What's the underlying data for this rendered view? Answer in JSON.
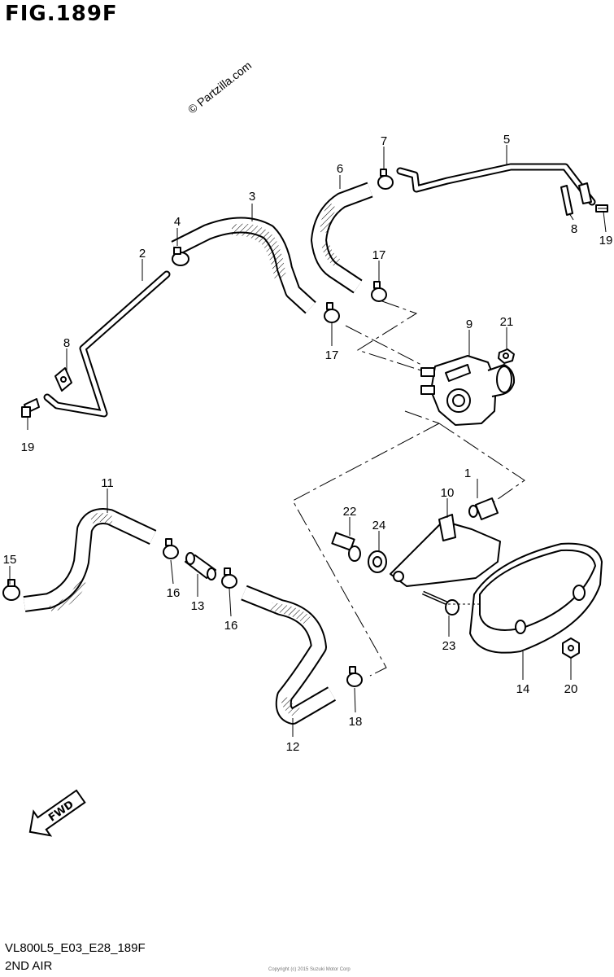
{
  "figure": {
    "title": "FIG.189F",
    "watermark": "© Partzilla.com",
    "code": "VL800L5_E03_E28_189F",
    "name": "2ND AIR",
    "copyright": "Copyright (c) 2015 Suzuki Motor Corp"
  },
  "callouts": [
    "1",
    "2",
    "3",
    "4",
    "5",
    "6",
    "7",
    "8",
    "8",
    "9",
    "10",
    "11",
    "12",
    "13",
    "14",
    "15",
    "16",
    "16",
    "17",
    "17",
    "18",
    "19",
    "19",
    "20",
    "21",
    "22",
    "23",
    "24"
  ],
  "fwd_label": "FWD",
  "icons": [
    "fwd-arrow-icon"
  ]
}
